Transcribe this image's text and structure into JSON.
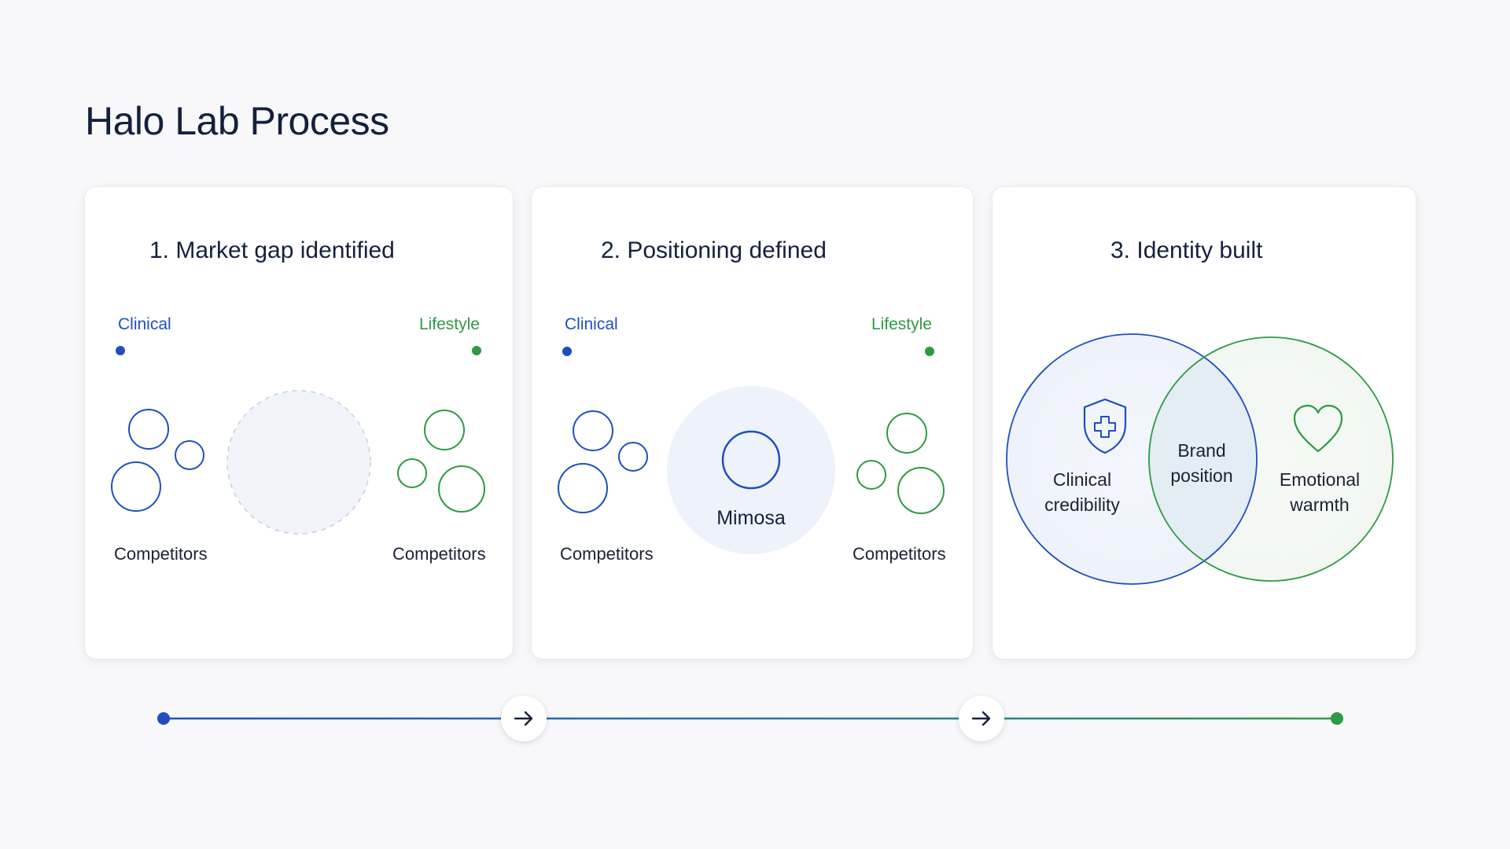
{
  "title": "Halo Lab Process",
  "colors": {
    "clinical_blue": "#1f4fbf",
    "lifestyle_green": "#2e9a44",
    "title_navy": "#14213d",
    "placeholder_fill": "#f1f4fa",
    "highlight_fill": "#eef3fb"
  },
  "cards": [
    {
      "title": "1. Market gap identified",
      "axis": {
        "left_label": "Clinical",
        "right_label": "Lifestyle"
      },
      "left_group_label": "Competitors",
      "right_group_label": "Competitors"
    },
    {
      "title": "2. Positioning defined",
      "axis": {
        "left_label": "Clinical",
        "right_label": "Lifestyle"
      },
      "left_group_label": "Competitors",
      "right_group_label": "Competitors",
      "center_label": "Mimosa"
    },
    {
      "title": "3. Identity built",
      "venn": {
        "left_line1": "Clinical",
        "left_line2": "credibility",
        "center_line1": "Brand",
        "center_line2": "position",
        "right_line1": "Emotional",
        "right_line2": "warmth",
        "left_icon": "shield-cross-icon",
        "right_icon": "heart-icon"
      }
    }
  ],
  "process_track": {
    "steps": 3,
    "connector_icon": "arrow-right-icon"
  }
}
